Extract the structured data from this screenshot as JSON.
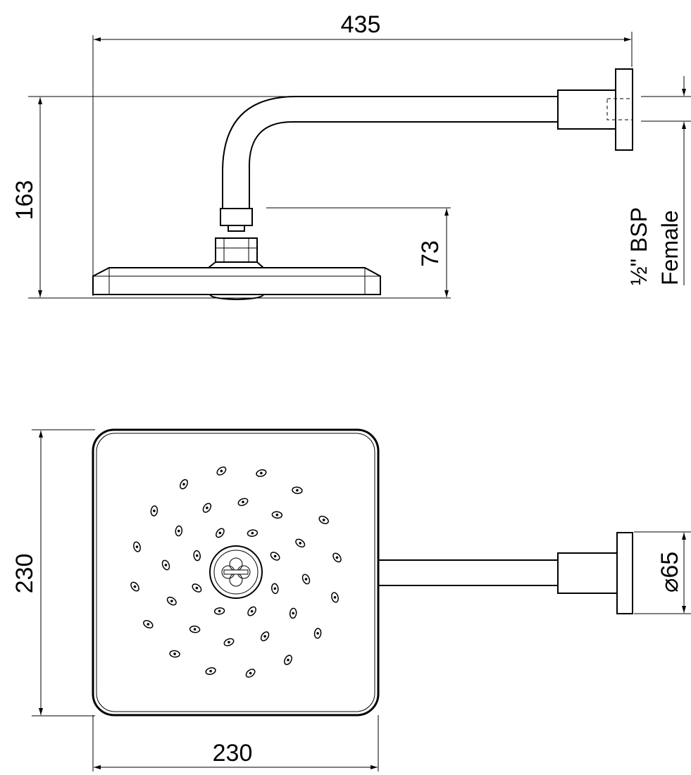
{
  "diagram": {
    "side_view": {
      "overall_width": "435",
      "overall_height": "163",
      "head_height": "73",
      "connection_line1": "½\" BSP",
      "connection_line2": "Female"
    },
    "top_view": {
      "head_width": "230",
      "head_depth": "230",
      "flange_diameter": "65",
      "diameter_symbol": "⌀"
    }
  }
}
